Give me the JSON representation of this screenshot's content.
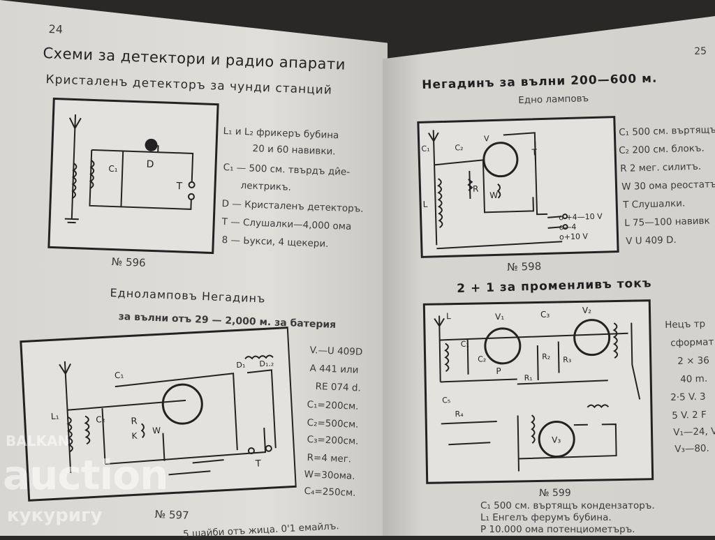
{
  "left_page": {
    "page_number": "24",
    "title": "Схеми за детектори и радио апарати",
    "section1": {
      "heading": "Кристаленъ детекторъ за чунди станций",
      "legend": [
        "L₁ и L₂ фрикеръ бубина",
        "20 и 60 навивки.",
        "C₁ — 500 см. твърдъ ди̂е-",
        "лектрикъ.",
        "D — Кристаленъ детекторъ.",
        "T — Слушалки—4,000 ома",
        "8 — Ьукси, 4 щекери."
      ],
      "figure_number": "№ 596",
      "labels": [
        "C₁",
        "D",
        "T"
      ]
    },
    "section2": {
      "heading": "Едноламповъ Негадинъ",
      "subheading": "за вълни отъ 29 — 2,000 м. за батерия",
      "legend": [
        "V.—U 409D",
        "A 441 или",
        "RE 074 d.",
        "C₁=200см.",
        "C₂=500см.",
        "C₃=200см.",
        "R=4 мег.",
        "W=30ома.",
        "C₄=250см."
      ],
      "figure_number": "№ 597",
      "labels": [
        "C₁",
        "C₂",
        "R",
        "W",
        "K",
        "T",
        "D₁",
        "D₁.₂",
        "L₁"
      ],
      "footer_text": "5 шайби отъ жица. 0'1 емайлъ."
    }
  },
  "right_page": {
    "page_number": "25",
    "section1": {
      "heading": "Негадинъ за вълни 200—600 м.",
      "subheading": "Едно ламповъ",
      "legend": [
        "C₁ 500 см. въртящъ",
        "C₂ 200 см. блокъ.",
        "R 2 мег. силитъ.",
        "W 30 ома реостатъ",
        "T Слушалки.",
        "L 75—100 навивк",
        "V U 409 D."
      ],
      "figure_number": "№ 598",
      "labels": [
        "C₁",
        "C₂",
        "V",
        "R",
        "W",
        "T",
        "L",
        "o +4—10 V",
        "o—4",
        "o+10 V"
      ]
    },
    "section2": {
      "heading": "2 + 1 за променливъ токъ",
      "legend": [
        "Нецъ тр",
        "сформат",
        "2 × 36",
        "40 m.",
        "2·5 V. 3",
        "5 V. 2 F",
        "V₁—24, V",
        "V₃—80."
      ],
      "figure_number": "№ 599",
      "labels": [
        "L",
        "V₁",
        "C₃",
        "V₂",
        "C₁",
        "C₂",
        "P",
        "R₂",
        "R₃",
        "R₁",
        "C₅",
        "R₄",
        "V₃"
      ],
      "footer": [
        "C₁ 500 см. въртящъ кондензаторъ.",
        "L₁ Енгелъ ферумъ бубина.",
        "P 10.000 ома потенциометъръ."
      ]
    }
  },
  "watermark": {
    "line1": "BALKAN",
    "line2": "auction",
    "line3": "кукуригу"
  }
}
